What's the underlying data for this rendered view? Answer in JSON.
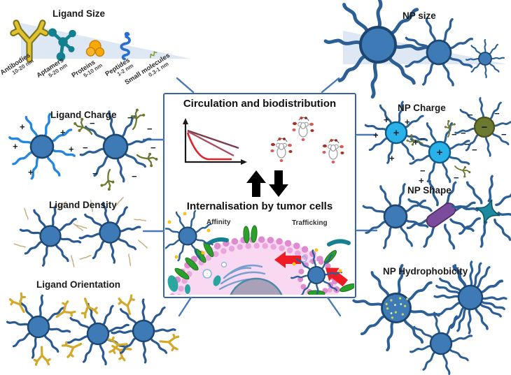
{
  "center": {
    "top_title": "Circulation and biodistribution",
    "bottom_title": "Internalisation by tumor cells",
    "affinity_label": "Affinity",
    "trafficking_label": "Trafficking",
    "graph_icon": "concentration-decay-curves",
    "mice_icon": "biodistribution-mice-with-organ-percentages",
    "arrows_icon": "up-down-exchange-arrows"
  },
  "ligand_size": {
    "title": "Ligand Size",
    "items": [
      {
        "label": "Antibodies",
        "size": "10-20 nm",
        "icon": "antibody-icon"
      },
      {
        "label": "Aptamers",
        "size": "5-20 nm",
        "icon": "aptamer-icon"
      },
      {
        "label": "Proteins",
        "size": "5-10 nm",
        "icon": "protein-icon"
      },
      {
        "label": "Peptides",
        "size": "1-2 nm",
        "icon": "peptide-icon"
      },
      {
        "label": "Small molecules",
        "size": "0.3-1 nm",
        "icon": "small-molecule-icon"
      }
    ]
  },
  "np_size": {
    "title": "NP size"
  },
  "ligand_charge": {
    "title": "Ligand Charge"
  },
  "np_charge": {
    "title": "NP Charge"
  },
  "ligand_density": {
    "title": "Ligand Density"
  },
  "np_shape": {
    "title": "NP Shape"
  },
  "ligand_orientation": {
    "title": "Ligand Orientation"
  },
  "np_hydrophobicity": {
    "title": "NP Hydrophobicity"
  },
  "signs": {
    "plus": "+",
    "minus": "−"
  },
  "colors": {
    "np_blue": "#3e7bb6",
    "np_cyan": "#29b2e8",
    "np_olive": "#6d7830",
    "arm_blue": "#2c5f96",
    "ligand_bright_blue": "#2387e0",
    "antibody_gold": "#d2a92a",
    "aptamer_teal": "#13808f",
    "protein_orange": "#f7a80d",
    "peptide_blue": "#2a6fd0",
    "rod_purple": "#7b4b9c",
    "star_teal": "#1b8a9e",
    "connector_blue": "#4a7ab5",
    "box_border_blue": "#39669f",
    "size_triangle": "#dde8f4",
    "red_arrow": "#ee1c25",
    "black_arrow": "#000000",
    "cell_pink": "#f8d9f1",
    "membrane_pink": "#de8bcf",
    "receptor_green": "#2ba12b",
    "nucleus_gray": "#a8a1b9",
    "graph_red": "#e0242c",
    "graph_maroon": "#7e3a4a"
  }
}
